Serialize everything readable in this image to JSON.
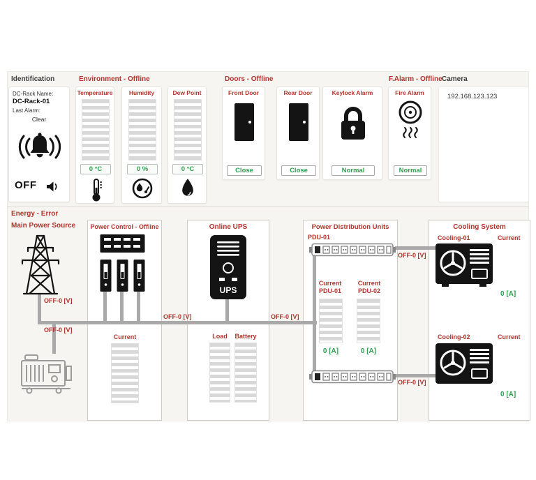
{
  "colors": {
    "accent_red": "#b3342e",
    "accent_green": "#2e9e4e",
    "wire_gray": "#a9a9a9"
  },
  "identification": {
    "header": "Identification",
    "rack_name_label": "DC-Rack Name:",
    "rack_name": "DC-Rack-01",
    "last_alarm_label": "Last Alarm:",
    "last_alarm_value": "Clear",
    "audio_state": "OFF"
  },
  "environment": {
    "header": "Environment - Offline",
    "sensors": [
      {
        "label": "Temperature",
        "value": "0 °C"
      },
      {
        "label": "Humidity",
        "value": "0 %"
      },
      {
        "label": "Dew Point",
        "value": "0 °C"
      }
    ]
  },
  "doors": {
    "header": "Doors - Offline",
    "items": [
      {
        "label": "Front Door",
        "status": "Close"
      },
      {
        "label": "Rear Door",
        "status": "Close"
      },
      {
        "label": "Keylock Alarm",
        "status": "Normal"
      }
    ]
  },
  "fire_alarm": {
    "header": "F.Alarm - Offline",
    "label": "Fire Alarm",
    "status": "Normal"
  },
  "camera": {
    "header": "Camera",
    "ip": "192.168.123.123"
  },
  "energy": {
    "header": "Energy - Error",
    "voltage_labels": [
      "OFF-0 [V]",
      "OFF-0 [V]",
      "OFF-0 [V]",
      "OFF-0 [V]",
      "OFF-0 [V]",
      "OFF-0 [V]"
    ],
    "main_power": {
      "title": "Main Power Source"
    },
    "power_control": {
      "title": "Power Control - Offline",
      "gauge_label": "Current"
    },
    "ups": {
      "title": "Online UPS",
      "device_label": "UPS",
      "load_label": "Load",
      "battery_label": "Battery"
    },
    "pdu": {
      "title": "Power Distribution Units",
      "pdu1_label": "PDU-01",
      "current_labels": [
        "Current PDU-01",
        "Current PDU-02"
      ],
      "current_values": [
        "0 [A]",
        "0 [A]"
      ]
    },
    "cooling": {
      "title": "Cooling System",
      "units": [
        {
          "label": "Cooling-01",
          "current_label": "Current",
          "current_value": "0 [A]"
        },
        {
          "label": "Cooling-02",
          "current_label": "Current",
          "current_value": "0 [A]"
        }
      ]
    }
  }
}
